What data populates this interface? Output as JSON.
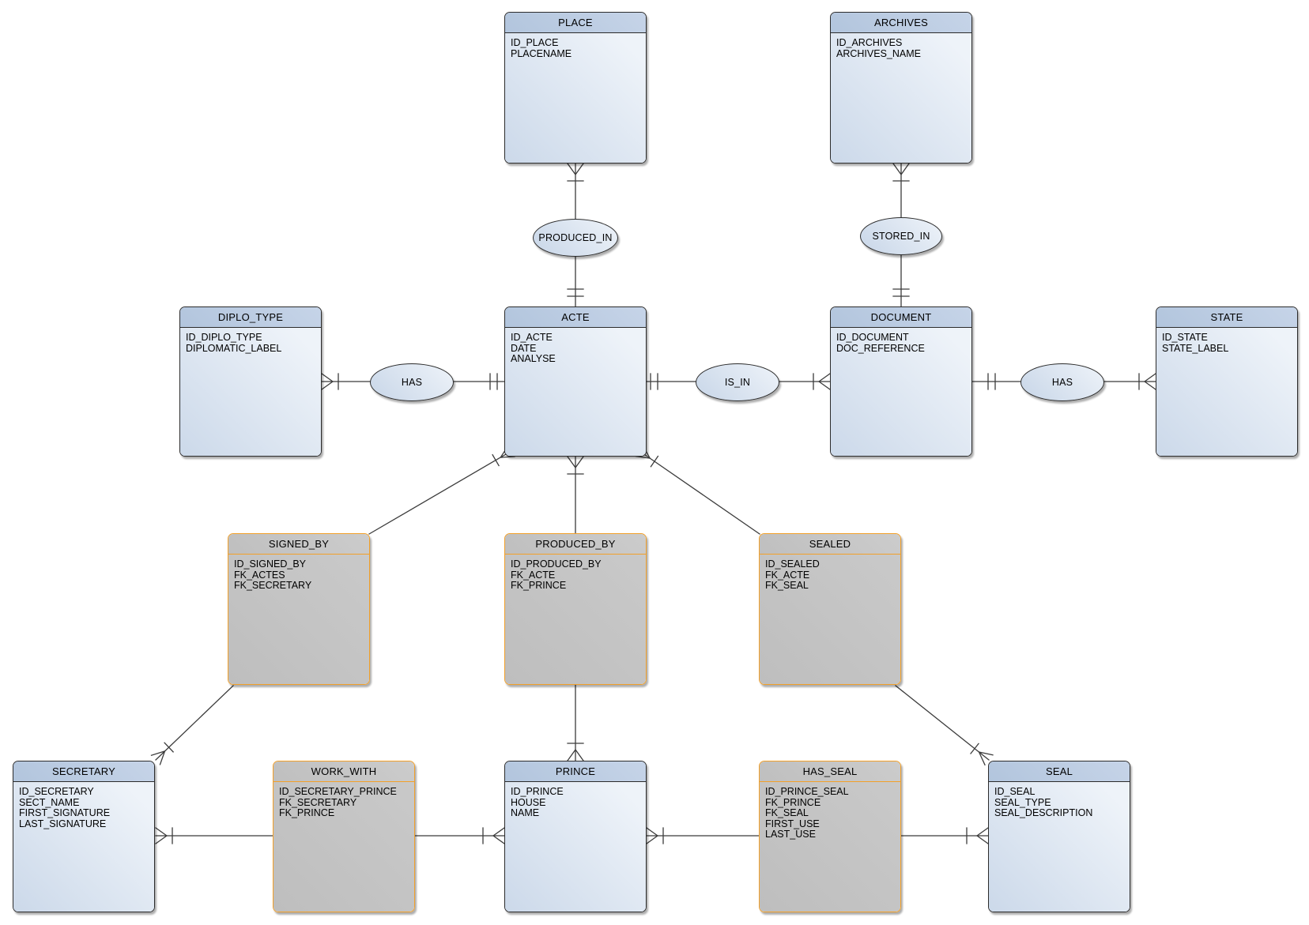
{
  "entities": {
    "place": {
      "title": "PLACE",
      "kind": "entity",
      "attributes": [
        "ID_PLACE",
        "PLACENAME"
      ]
    },
    "archives": {
      "title": "ARCHIVES",
      "kind": "entity",
      "attributes": [
        "ID_ARCHIVES",
        "ARCHIVES_NAME"
      ]
    },
    "diplo_type": {
      "title": "DIPLO_TYPE",
      "kind": "entity",
      "attributes": [
        "ID_DIPLO_TYPE",
        "DIPLOMATIC_LABEL"
      ]
    },
    "acte": {
      "title": "ACTE",
      "kind": "entity",
      "attributes": [
        "ID_ACTE",
        "DATE",
        "ANALYSE"
      ]
    },
    "document": {
      "title": "DOCUMENT",
      "kind": "entity",
      "attributes": [
        "ID_DOCUMENT",
        "DOC_REFERENCE"
      ]
    },
    "state": {
      "title": "STATE",
      "kind": "entity",
      "attributes": [
        "ID_STATE",
        "STATE_LABEL"
      ]
    },
    "signed_by": {
      "title": "SIGNED_BY",
      "kind": "association",
      "attributes": [
        "ID_SIGNED_BY",
        "FK_ACTES",
        "FK_SECRETARY"
      ]
    },
    "produced_by": {
      "title": "PRODUCED_BY",
      "kind": "association",
      "attributes": [
        "ID_PRODUCED_BY",
        "FK_ACTE",
        "FK_PRINCE"
      ]
    },
    "sealed": {
      "title": "SEALED",
      "kind": "association",
      "attributes": [
        "ID_SEALED",
        "FK_ACTE",
        "FK_SEAL"
      ]
    },
    "secretary": {
      "title": "SECRETARY",
      "kind": "entity",
      "attributes": [
        "ID_SECRETARY",
        "SECT_NAME",
        "FIRST_SIGNATURE",
        "LAST_SIGNATURE"
      ]
    },
    "work_with": {
      "title": "WORK_WITH",
      "kind": "association",
      "attributes": [
        "ID_SECRETARY_PRINCE",
        "FK_SECRETARY",
        "FK_PRINCE"
      ]
    },
    "prince": {
      "title": "PRINCE",
      "kind": "entity",
      "attributes": [
        "ID_PRINCE",
        "HOUSE",
        "NAME"
      ]
    },
    "has_seal": {
      "title": "HAS_SEAL",
      "kind": "association",
      "attributes": [
        "ID_PRINCE_SEAL",
        "FK_PRINCE",
        "FK_SEAL",
        "FIRST_USE",
        "LAST_USE"
      ]
    },
    "seal": {
      "title": "SEAL",
      "kind": "entity",
      "attributes": [
        "ID_SEAL",
        "SEAL_TYPE",
        "SEAL_DESCRIPTION"
      ]
    }
  },
  "relationships": {
    "produced_in": {
      "label": "PRODUCED_IN"
    },
    "stored_in": {
      "label": "STORED_IN"
    },
    "has_diplo": {
      "label": "HAS"
    },
    "is_in": {
      "label": "IS_IN"
    },
    "has_state": {
      "label": "HAS"
    }
  },
  "colors": {
    "entity_header": "#bccfe5",
    "entity_body_dark": "#c8d6e8",
    "entity_body_light": "#eef3f9",
    "entity_border": "#2b2b2b",
    "association_header": "#c8c8c8",
    "association_body": "#c2c2c2",
    "association_border": "#f2a029",
    "line": "#3b3b3b",
    "background": "#ffffff"
  }
}
